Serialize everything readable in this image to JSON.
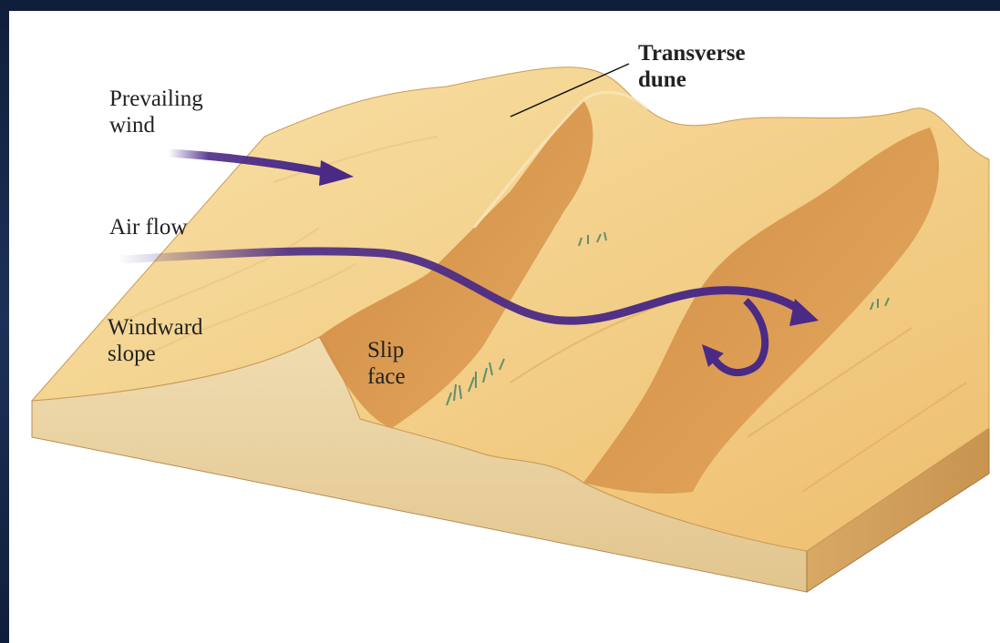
{
  "labels": {
    "transverse_dune": "Transverse dune",
    "prevailing_wind": "Prevailing wind",
    "air_flow": "Air flow",
    "windward_slope": "Windward slope",
    "slip_face": "Slip face"
  },
  "colors": {
    "frame": "#1b2a4a",
    "sand_light": "#f6dfa6",
    "sand_mid": "#eab565",
    "sand_dark": "#c77d33",
    "block_side": "#ead2a0",
    "arrow": "#4b2a86"
  }
}
